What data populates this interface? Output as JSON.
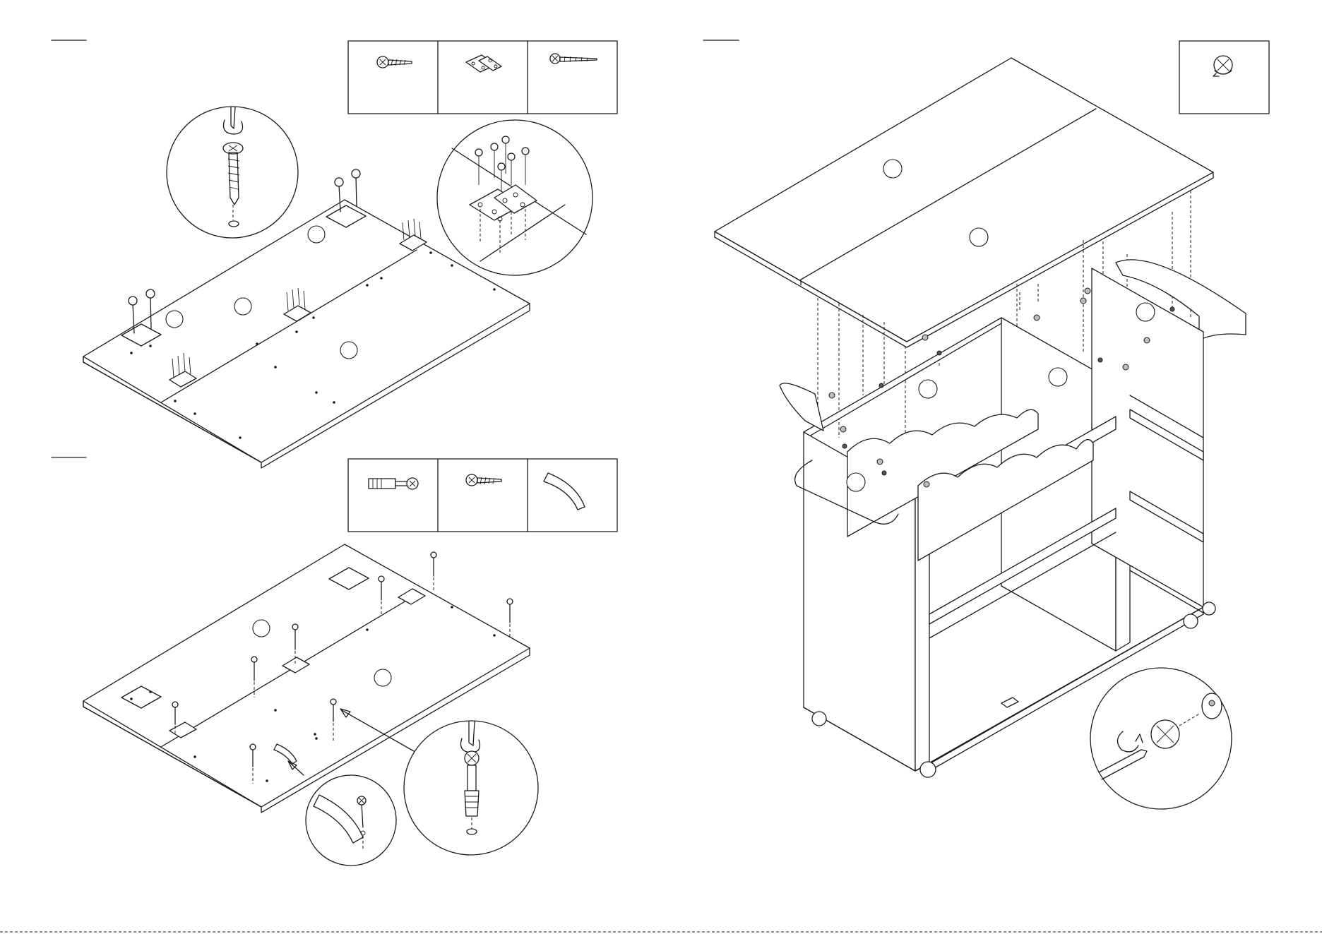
{
  "page": {
    "background": "#ffffff",
    "ink": "#1a1a1a"
  },
  "steps": [
    {
      "id": "step-hinge-top",
      "hardware": [
        {
          "icon": "wood-screw-icon"
        },
        {
          "icon": "butt-hinge-icon"
        },
        {
          "icon": "long-screw-icon"
        }
      ],
      "detail": [
        "screwdriver-screw-detail",
        "hinge-screw-detail"
      ]
    },
    {
      "id": "step-cam-bolts",
      "hardware": [
        {
          "icon": "cam-bolt-icon"
        },
        {
          "icon": "short-screw-icon"
        },
        {
          "icon": "curved-bracket-icon"
        }
      ],
      "detail": [
        "bracket-screw-detail",
        "cam-bolt-screwdriver-detail"
      ]
    },
    {
      "id": "step-attach-top",
      "hardware": [
        {
          "icon": "cam-lock-icon"
        }
      ],
      "detail": [
        "cam-lock-turn-detail"
      ]
    }
  ]
}
